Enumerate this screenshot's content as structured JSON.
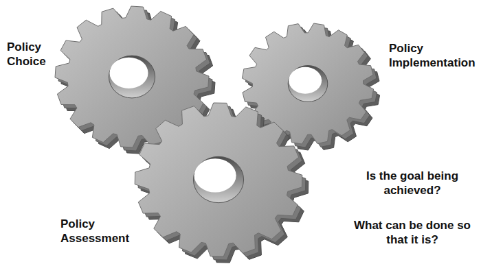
{
  "diagram": {
    "labels": [
      "Policy Choice",
      "Policy Implementation",
      "Policy Assessment",
      "Is the goal being achieved?",
      "What can be done so that it is?"
    ]
  }
}
